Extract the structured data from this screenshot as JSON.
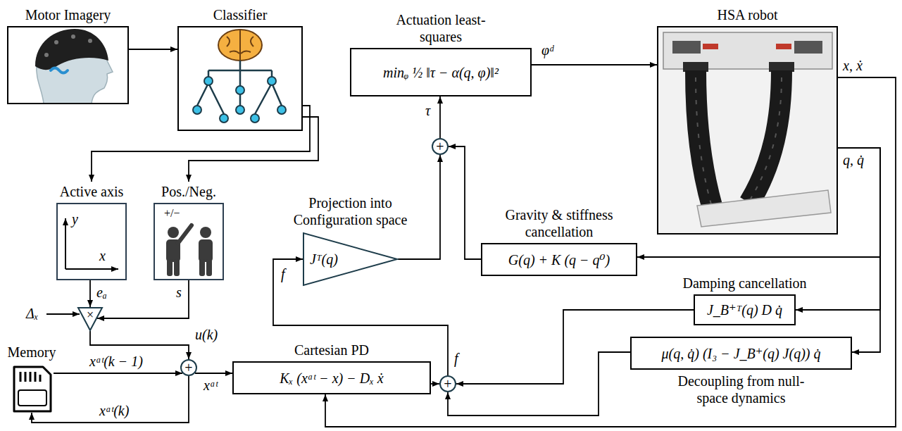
{
  "diagram": {
    "nodes": [
      {
        "text": [
          "Motor Imagery"
        ]
      },
      {
        "text": [
          "Classifier"
        ]
      },
      {
        "text": [
          "Active axis"
        ]
      },
      {
        "text": [
          "Pos./Neg."
        ]
      },
      {
        "text": [
          "×"
        ]
      },
      {
        "text": [
          "Memory"
        ]
      },
      {
        "text": [
          "+"
        ]
      },
      {
        "text": [
          "Cartesian PD",
          "Kₓ (xᵃᵗ − x) − Dₓ ẋ"
        ]
      },
      {
        "text": [
          "+"
        ]
      },
      {
        "text": [
          "Projection into Configuration space",
          "Jᵀ(q)"
        ]
      },
      {
        "text": [
          "+"
        ]
      },
      {
        "text": [
          "Actuation least-squares",
          "minᵩ ½ ‖τ − α(q, φ)‖²"
        ]
      },
      {
        "text": [
          "HSA robot"
        ]
      },
      {
        "text": [
          "Gravity & stiffness cancellation",
          "G(q) + K (q − q⁰)"
        ]
      },
      {
        "text": [
          "Damping cancellation",
          "J_B⁺ᵀ(q) D q̇"
        ]
      },
      {
        "text": [
          "μ(q, q̇) (I₃ − J_B⁺(q) J(q)) q̇",
          "Decoupling from null-space dynamics"
        ]
      }
    ],
    "edges": [
      {
        "from": 0,
        "to": 1,
        "arrow": "to"
      },
      {
        "from": 1,
        "to": 2,
        "arrow": "to"
      },
      {
        "from": 1,
        "to": 3,
        "arrow": "to"
      },
      {
        "from": 2,
        "to": 4,
        "arrow": "to",
        "label": "eₐ"
      },
      {
        "from": 3,
        "to": 4,
        "arrow": "to",
        "label": "s"
      },
      {
        "from": 4,
        "to": 6,
        "arrow": "to",
        "label": "u(k)"
      },
      {
        "from": 5,
        "to": 6,
        "arrow": "to",
        "label": "xᵃᵗ(k − 1)"
      },
      {
        "from": 6,
        "to": 5,
        "arrow": "to",
        "label": "xᵃᵗ(k)"
      },
      {
        "from": 6,
        "to": 7,
        "arrow": "to",
        "label": "xᵃᵗ"
      },
      {
        "from": 7,
        "to": 8,
        "arrow": "to"
      },
      {
        "from": 8,
        "to": 9,
        "arrow": "to",
        "label": "f"
      },
      {
        "from": 9,
        "to": 10,
        "arrow": "to"
      },
      {
        "from": 13,
        "to": 10,
        "arrow": "to"
      },
      {
        "from": 10,
        "to": 11,
        "arrow": "to",
        "label": "τ"
      },
      {
        "from": 11,
        "to": 12,
        "arrow": "to",
        "label": "φᵈ"
      },
      {
        "from": 12,
        "to": 13,
        "arrow": "to"
      },
      {
        "from": 12,
        "to": 14,
        "arrow": "to"
      },
      {
        "from": 12,
        "to": 15,
        "arrow": "to"
      },
      {
        "from": 14,
        "to": 8,
        "arrow": "to"
      },
      {
        "from": 15,
        "to": 8,
        "arrow": "to"
      },
      {
        "from": 12,
        "to": 7,
        "arrow": "to"
      }
    ],
    "labels": [
      "x, ẋ",
      "q, q̇",
      "f",
      "Δₓ",
      "y",
      "x",
      "+/−"
    ]
  }
}
